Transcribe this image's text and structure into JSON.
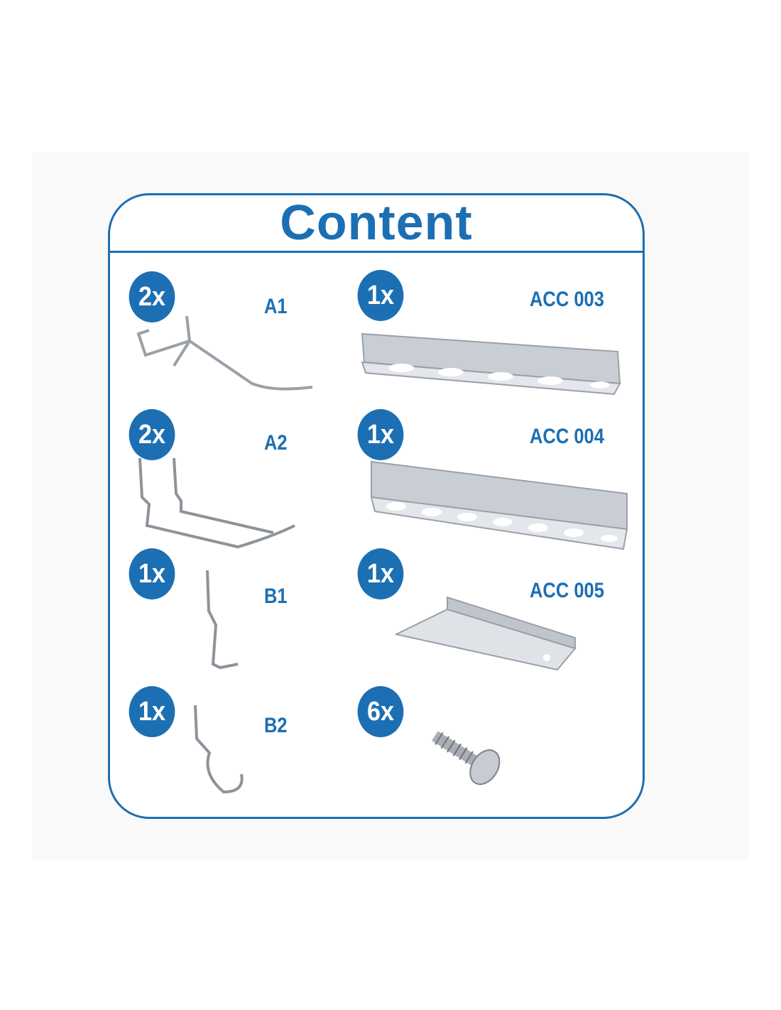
{
  "title": "Content",
  "items": [
    {
      "qty": "2x",
      "code": "A1"
    },
    {
      "qty": "2x",
      "code": "A2"
    },
    {
      "qty": "1x",
      "code": "B1"
    },
    {
      "qty": "1x",
      "code": "B2"
    },
    {
      "qty": "1x",
      "code": "ACC 003"
    },
    {
      "qty": "1x",
      "code": "ACC 004"
    },
    {
      "qty": "1x",
      "code": "ACC 005"
    },
    {
      "qty": "6x",
      "code": ""
    }
  ],
  "colors": {
    "accent": "#1c6fb3",
    "metal": "#b8bec6"
  }
}
